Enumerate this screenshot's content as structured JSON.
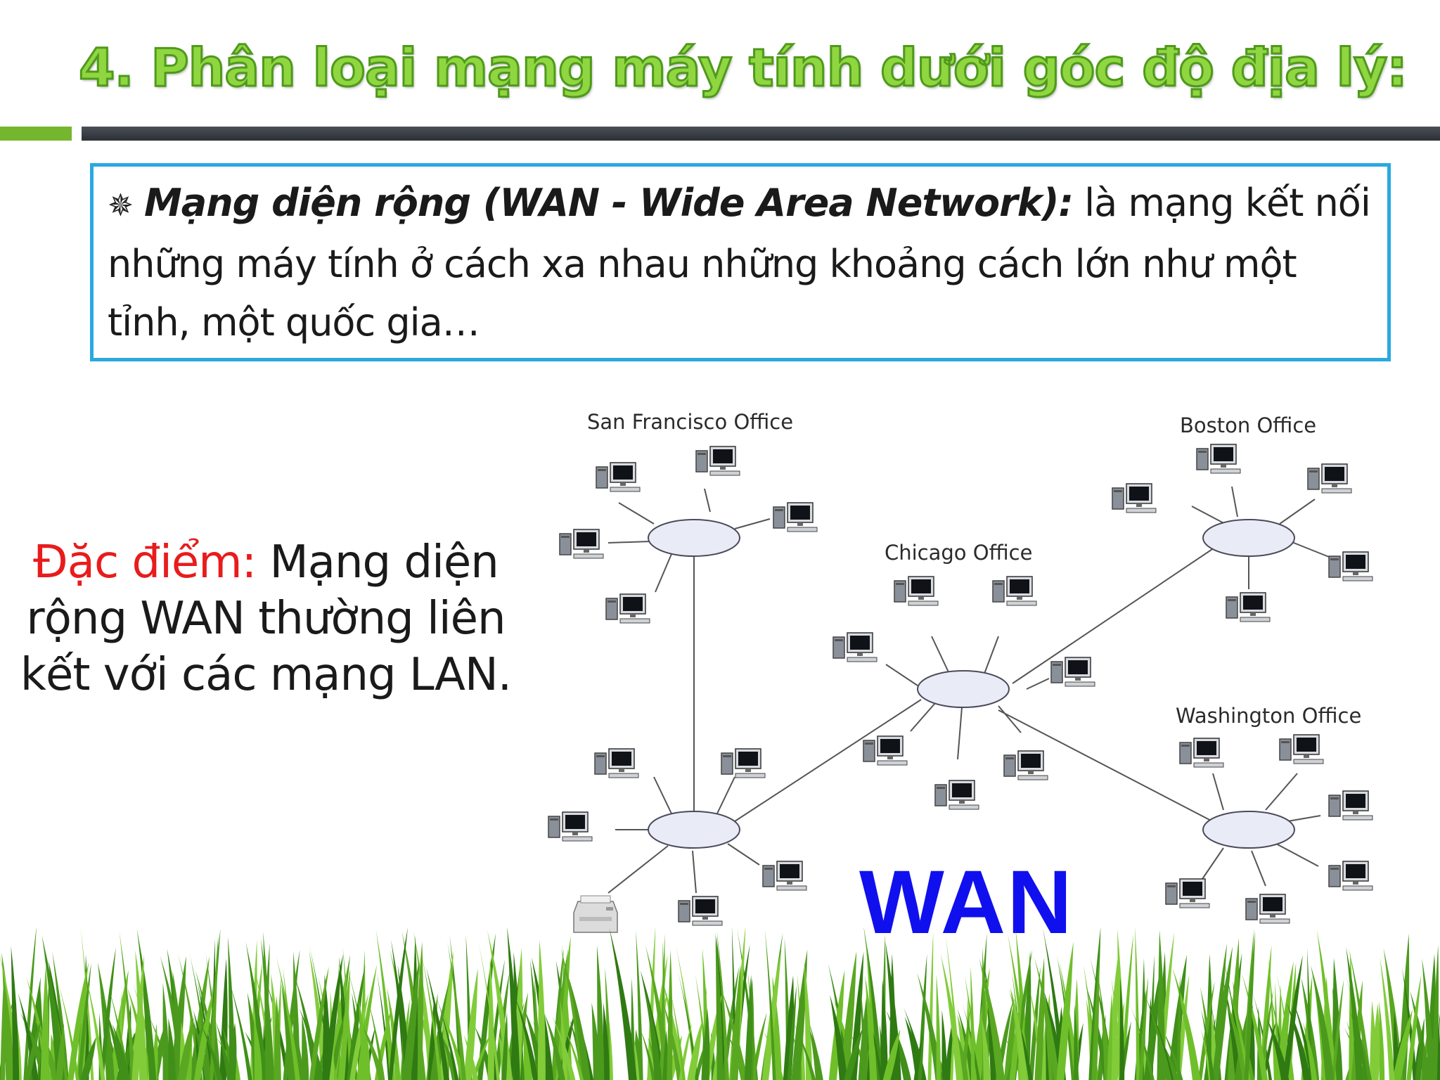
{
  "slide": {
    "title": "4. Phân loại mạng máy tính dưới góc độ địa lý:"
  },
  "definition": {
    "star": "✵",
    "term": "Mạng diện rộng (WAN - Wide Area Network):",
    "text": " là mạng kết nối những máy tính ở cách xa nhau những khoảng cách lớn như một tỉnh, một quốc gia…"
  },
  "features": {
    "label": "Đặc điểm:",
    "text": " Mạng diện rộng WAN thường liên kết với các mạng LAN."
  },
  "diagram": {
    "offices": {
      "san_francisco": "San Francisco Office",
      "boston": "Boston Office",
      "chicago": "Chicago Office",
      "washington": "Washington Office"
    },
    "wan_label": "WAN"
  },
  "colors": {
    "title_fill": "#8fd640",
    "title_stroke": "#4f9a1c",
    "box_border": "#29a9e0",
    "feature_label": "#e81c1c",
    "wan_label": "#1010ee",
    "grass": "#5aa821"
  }
}
